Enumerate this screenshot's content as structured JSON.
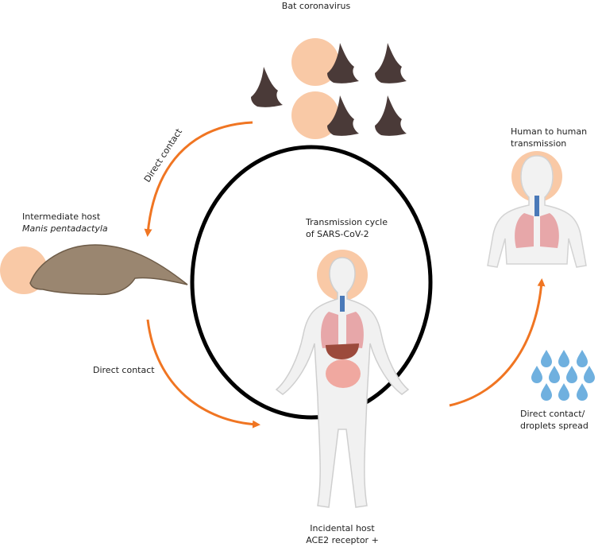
{
  "diagram": {
    "title_line1": "Transmission cycle",
    "title_line2": "of SARS-CoV-2",
    "bat": {
      "label": "Bat coronavirus"
    },
    "intermediate": {
      "line1": "Intermediate host",
      "line2": "Manis pentadactyla"
    },
    "human_to_human": {
      "line1": "Human to human",
      "line2": "transmission"
    },
    "incidental": {
      "line1": "Incidental host",
      "line2": "ACE2 receptor +"
    },
    "arrows": {
      "bat_to_pangolin": "Direct contact",
      "pangolin_to_human": "Direct contact",
      "human_to_lungs_line1": "Direct contact/",
      "human_to_lungs_line2": "droplets spread"
    },
    "colors": {
      "arrow": "#f07522",
      "halo": "#f9c9a6",
      "cycle_ring": "#000000",
      "droplet": "#6fb0df"
    }
  }
}
